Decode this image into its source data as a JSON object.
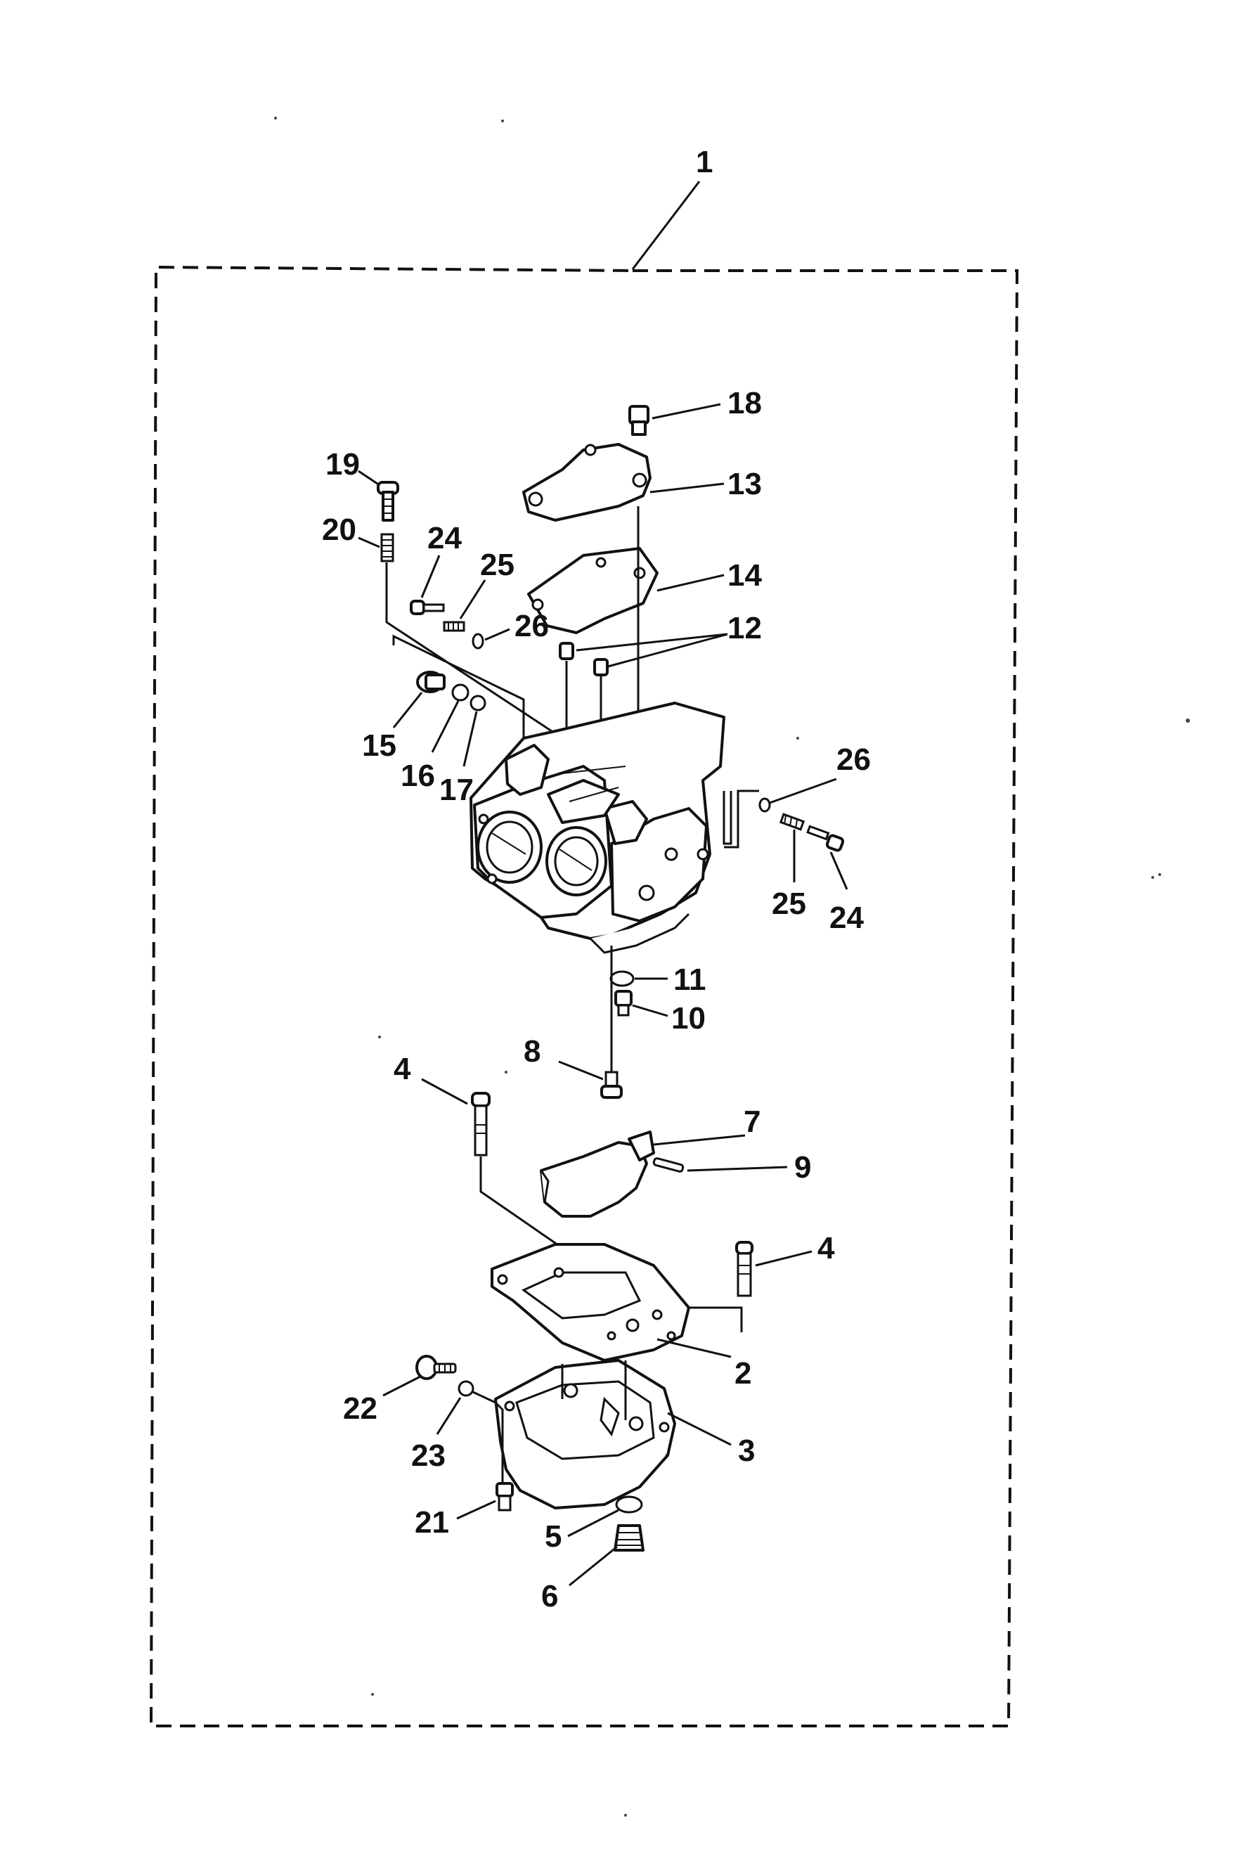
{
  "diagram": {
    "callouts": [
      {
        "id": "c1",
        "label": "1"
      },
      {
        "id": "c18",
        "label": "18"
      },
      {
        "id": "c13",
        "label": "13"
      },
      {
        "id": "c19",
        "label": "19"
      },
      {
        "id": "c20",
        "label": "20"
      },
      {
        "id": "c24a",
        "label": "24"
      },
      {
        "id": "c25a",
        "label": "25"
      },
      {
        "id": "c14",
        "label": "14"
      },
      {
        "id": "c26a",
        "label": "26"
      },
      {
        "id": "c12",
        "label": "12"
      },
      {
        "id": "c15",
        "label": "15"
      },
      {
        "id": "c16",
        "label": "16"
      },
      {
        "id": "c17",
        "label": "17"
      },
      {
        "id": "c26b",
        "label": "26"
      },
      {
        "id": "c25b",
        "label": "25"
      },
      {
        "id": "c24b",
        "label": "24"
      },
      {
        "id": "c11",
        "label": "11"
      },
      {
        "id": "c10",
        "label": "10"
      },
      {
        "id": "c8",
        "label": "8"
      },
      {
        "id": "c4a",
        "label": "4"
      },
      {
        "id": "c7",
        "label": "7"
      },
      {
        "id": "c9",
        "label": "9"
      },
      {
        "id": "c4b",
        "label": "4"
      },
      {
        "id": "c2",
        "label": "2"
      },
      {
        "id": "c22",
        "label": "22"
      },
      {
        "id": "c23",
        "label": "23"
      },
      {
        "id": "c3",
        "label": "3"
      },
      {
        "id": "c21",
        "label": "21"
      },
      {
        "id": "c5",
        "label": "5"
      },
      {
        "id": "c6",
        "label": "6"
      }
    ]
  }
}
